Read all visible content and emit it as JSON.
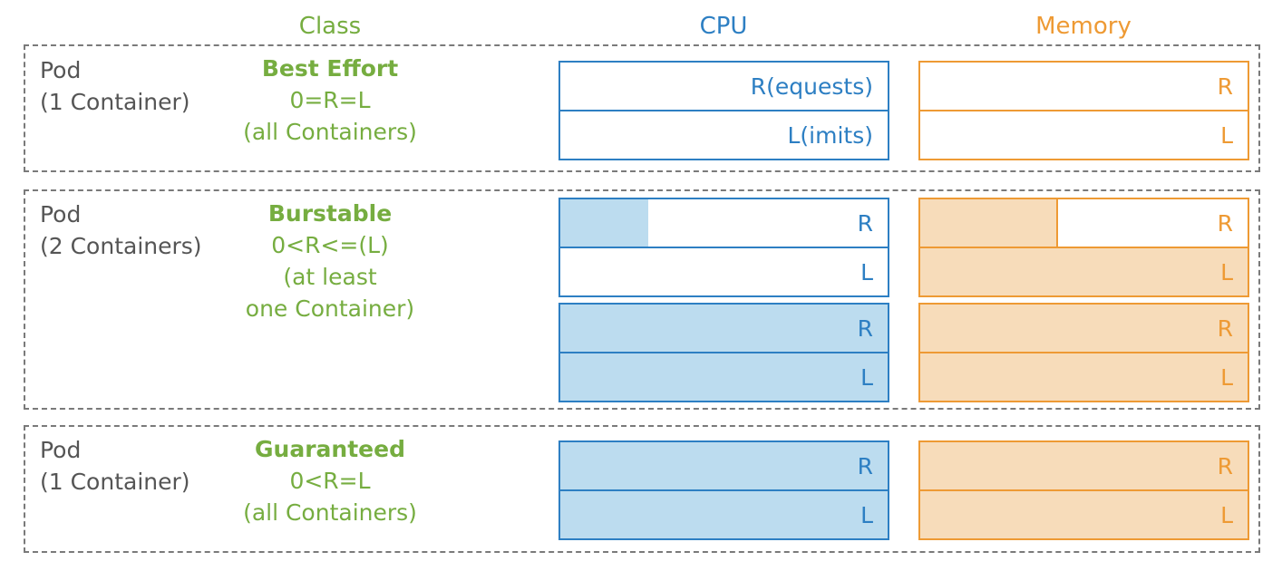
{
  "header": {
    "class": "Class",
    "cpu": "CPU",
    "memory": "Memory"
  },
  "colors": {
    "class_green": "#76ad40",
    "cpu_blue": "#2d7fc3",
    "cpu_fill": "#bcdcef",
    "memory_orange": "#ee9a34",
    "memory_fill": "#f7dcba",
    "pod_gray": "#555555"
  },
  "rows": [
    {
      "pod": "Pod",
      "containers": "(1 Container)",
      "class_name": "Best Effort",
      "class_lines": [
        "0=R=L",
        "(all Containers)"
      ],
      "cpu": [
        {
          "label": "R(equests)",
          "fill": 0
        },
        {
          "label": "L(imits)",
          "fill": 0
        }
      ],
      "memory": [
        {
          "label": "R",
          "fill": 0
        },
        {
          "label": "L",
          "fill": 0
        }
      ]
    },
    {
      "pod": "Pod",
      "containers": "(2 Containers)",
      "class_name": "Burstable",
      "class_lines": [
        "0<R<=(L)",
        "(at least",
        "one Container)"
      ],
      "cpu": [
        {
          "label": "R",
          "fill": 0.27
        },
        {
          "label": "L",
          "fill": 0
        },
        {
          "label": "R",
          "fill": 1
        },
        {
          "label": "L",
          "fill": 1
        }
      ],
      "memory": [
        {
          "label": "R",
          "fill": 0.42
        },
        {
          "label": "L",
          "fill": 1
        },
        {
          "label": "R",
          "fill": 1
        },
        {
          "label": "L",
          "fill": 1
        }
      ]
    },
    {
      "pod": "Pod",
      "containers": "(1 Container)",
      "class_name": "Guaranteed",
      "class_lines": [
        "0<R=L",
        "(all Containers)"
      ],
      "cpu": [
        {
          "label": "R",
          "fill": 1
        },
        {
          "label": "L",
          "fill": 1
        }
      ],
      "memory": [
        {
          "label": "R",
          "fill": 1
        },
        {
          "label": "L",
          "fill": 1
        }
      ]
    }
  ]
}
